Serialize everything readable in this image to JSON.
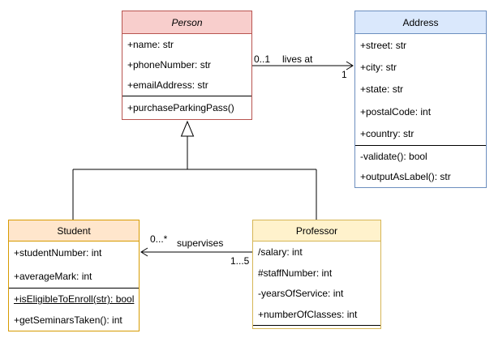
{
  "diagram": {
    "type": "uml-class-diagram",
    "classes": {
      "person": {
        "title": "Person",
        "abstract": true,
        "attributes": [
          "+name: str",
          "+phoneNumber: str",
          "+emailAddress: str"
        ],
        "methods": [
          "+purchaseParkingPass()"
        ],
        "header_fill": "#f8cecc",
        "border_color": "#b85450"
      },
      "address": {
        "title": "Address",
        "attributes": [
          "+street: str",
          "+city: str",
          "+state: str",
          "+postalCode: int",
          "+country: str"
        ],
        "methods": [
          "-validate(): bool",
          "+outputAsLabel(): str"
        ],
        "header_fill": "#dae8fc",
        "border_color": "#6c8ebf"
      },
      "student": {
        "title": "Student",
        "attributes": [
          "+studentNumber: int",
          "+averageMark: int"
        ],
        "methods": [
          "+isEligibleToEnroll(str): bool",
          "+getSeminarsTaken(): int"
        ],
        "static_method": "+isEligibleToEnroll(str): bool",
        "header_fill": "#ffe6cc",
        "border_color": "#d79b00"
      },
      "professor": {
        "title": "Professor",
        "attributes": [
          "/salary: int",
          "#staffNumber: int",
          "-yearsOfService: int",
          "+numberOfClasses: int"
        ],
        "methods": [],
        "header_fill": "#fff2cc",
        "border_color": "#d6b656"
      }
    },
    "relationships": {
      "lives_at": {
        "type": "association",
        "from": "Person",
        "to": "Address",
        "label": "lives at",
        "from_multiplicity": "0..1",
        "to_multiplicity": "1"
      },
      "supervises": {
        "type": "association",
        "from": "Professor",
        "to": "Student",
        "label": "supervises",
        "to_multiplicity": "0...*",
        "from_multiplicity": "1...5"
      },
      "generalization": {
        "type": "inheritance",
        "parent": "Person",
        "children": [
          "Student",
          "Professor"
        ]
      }
    }
  }
}
